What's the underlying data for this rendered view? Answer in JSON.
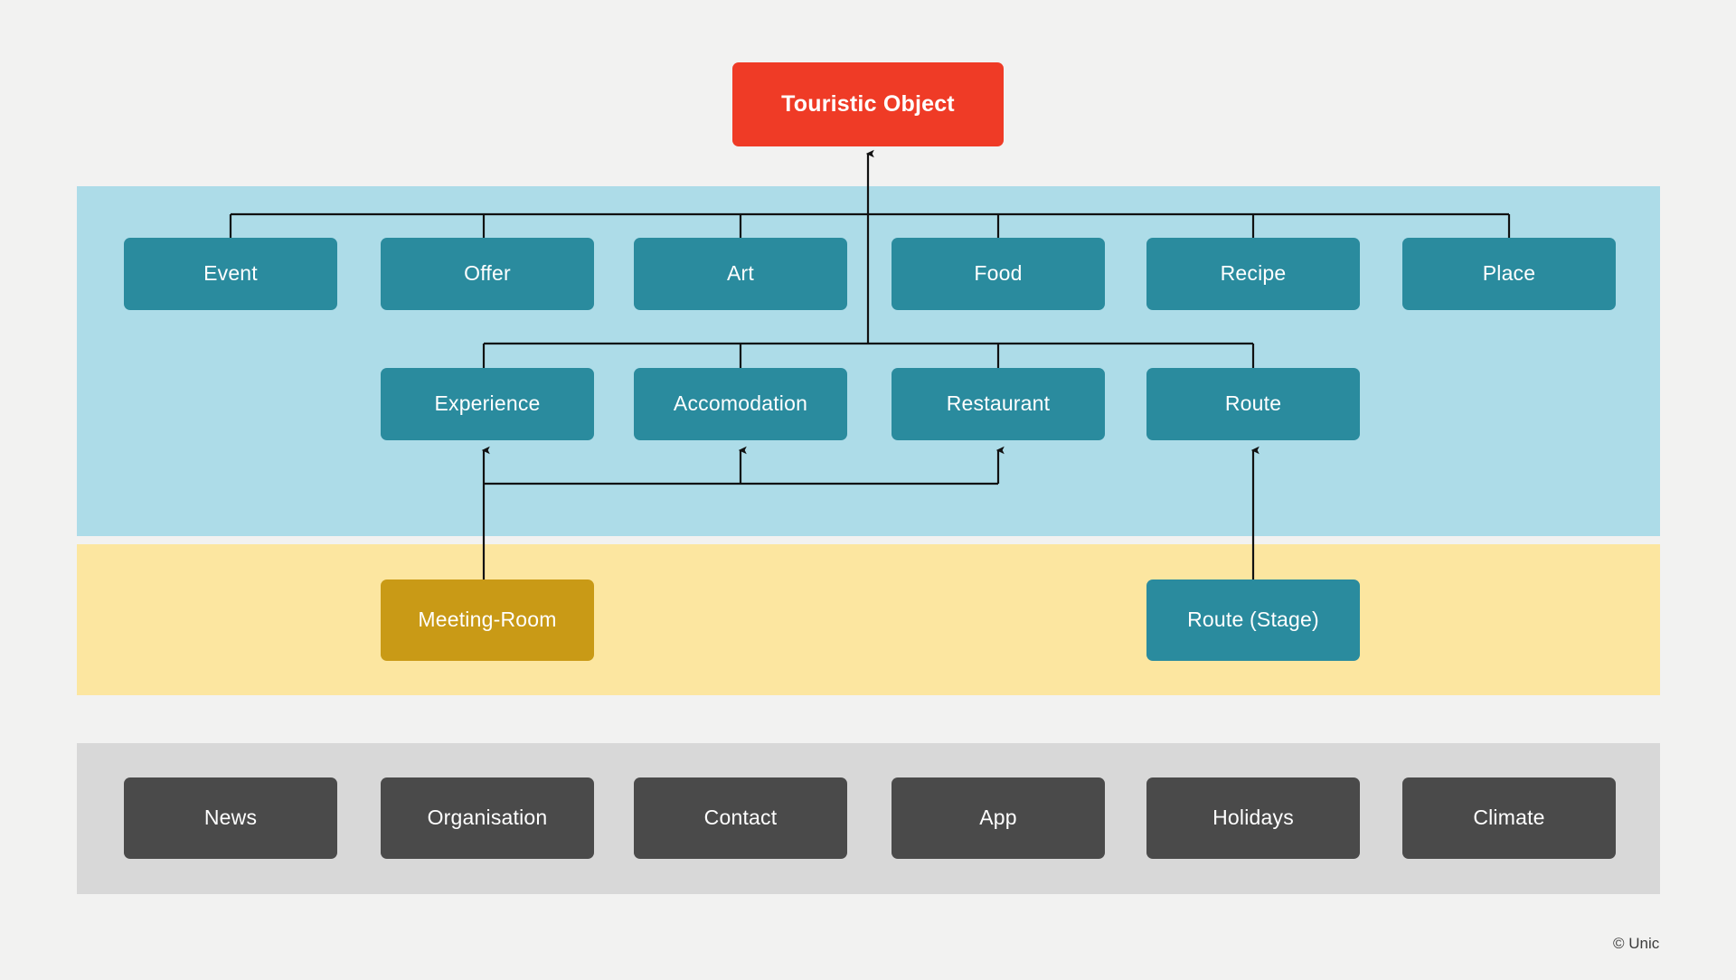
{
  "diagram": {
    "title_node": {
      "label": "Touristic Object",
      "color": "#EF3B26"
    },
    "bands": [
      {
        "name": "content-types-band",
        "color": "#ADDCE8"
      },
      {
        "name": "sub-entities-band",
        "color": "#FCE6A0"
      },
      {
        "name": "site-sections-band",
        "color": "#D8D8D8"
      }
    ],
    "row_primary": {
      "color": "#2A8B9E",
      "nodes": [
        {
          "label": "Event"
        },
        {
          "label": "Offer"
        },
        {
          "label": "Art"
        },
        {
          "label": "Food"
        },
        {
          "label": "Recipe"
        },
        {
          "label": "Place"
        }
      ]
    },
    "row_secondary": {
      "color": "#2A8B9E",
      "nodes": [
        {
          "label": "Experience"
        },
        {
          "label": "Accomodation"
        },
        {
          "label": "Restaurant"
        },
        {
          "label": "Route"
        }
      ]
    },
    "row_sub": {
      "nodes": [
        {
          "label": "Meeting-Room",
          "color": "#C99A16"
        },
        {
          "label": "Route (Stage)",
          "color": "#2A8B9E"
        }
      ]
    },
    "row_sections": {
      "color": "#4A4A4A",
      "nodes": [
        {
          "label": "News"
        },
        {
          "label": "Organisation"
        },
        {
          "label": "Contact"
        },
        {
          "label": "App"
        },
        {
          "label": "Holidays"
        },
        {
          "label": "Climate"
        }
      ]
    },
    "footer": {
      "copyright": "© Unic"
    }
  }
}
